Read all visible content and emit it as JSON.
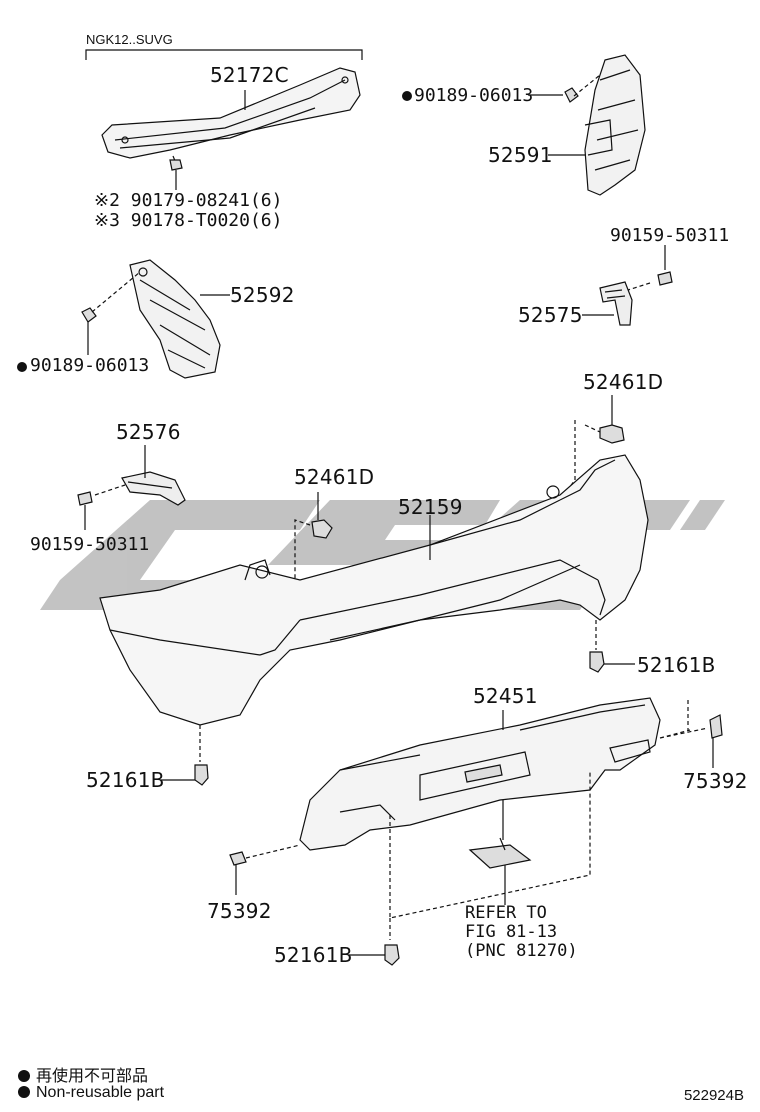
{
  "labels": {
    "model_note": "NGK12..SUVG",
    "p52172C": "52172C",
    "p90179": "※2 90179-08241(6)",
    "p90178": "※3 90178-T0020(6)",
    "p90189_top": "90189-06013",
    "p52591": "52591",
    "p90159_right": "90159-50311",
    "p52592": "52592",
    "p90189_left": "90189-06013",
    "p52575": "52575",
    "p52461D_right": "52461D",
    "p52576": "52576",
    "p52461D_mid": "52461D",
    "p52159": "52159",
    "p90159_left": "90159-50311",
    "p52161B_right": "52161B",
    "p52451": "52451",
    "p52161B_left": "52161B",
    "p75392_right": "75392",
    "p75392_left": "75392",
    "p52161B_bottom": "52161B"
  },
  "refer": {
    "line1": "REFER TO",
    "line2": "FIG 81-13",
    "line3": "(PNC 81270)"
  },
  "legend": {
    "jp": "再使用不可部品",
    "en": "Non-reusable part"
  },
  "diagram_code": "522924B",
  "watermark_text": "CTOC",
  "colors": {
    "ink": "#111111",
    "watermark": "#b4b4b4"
  }
}
